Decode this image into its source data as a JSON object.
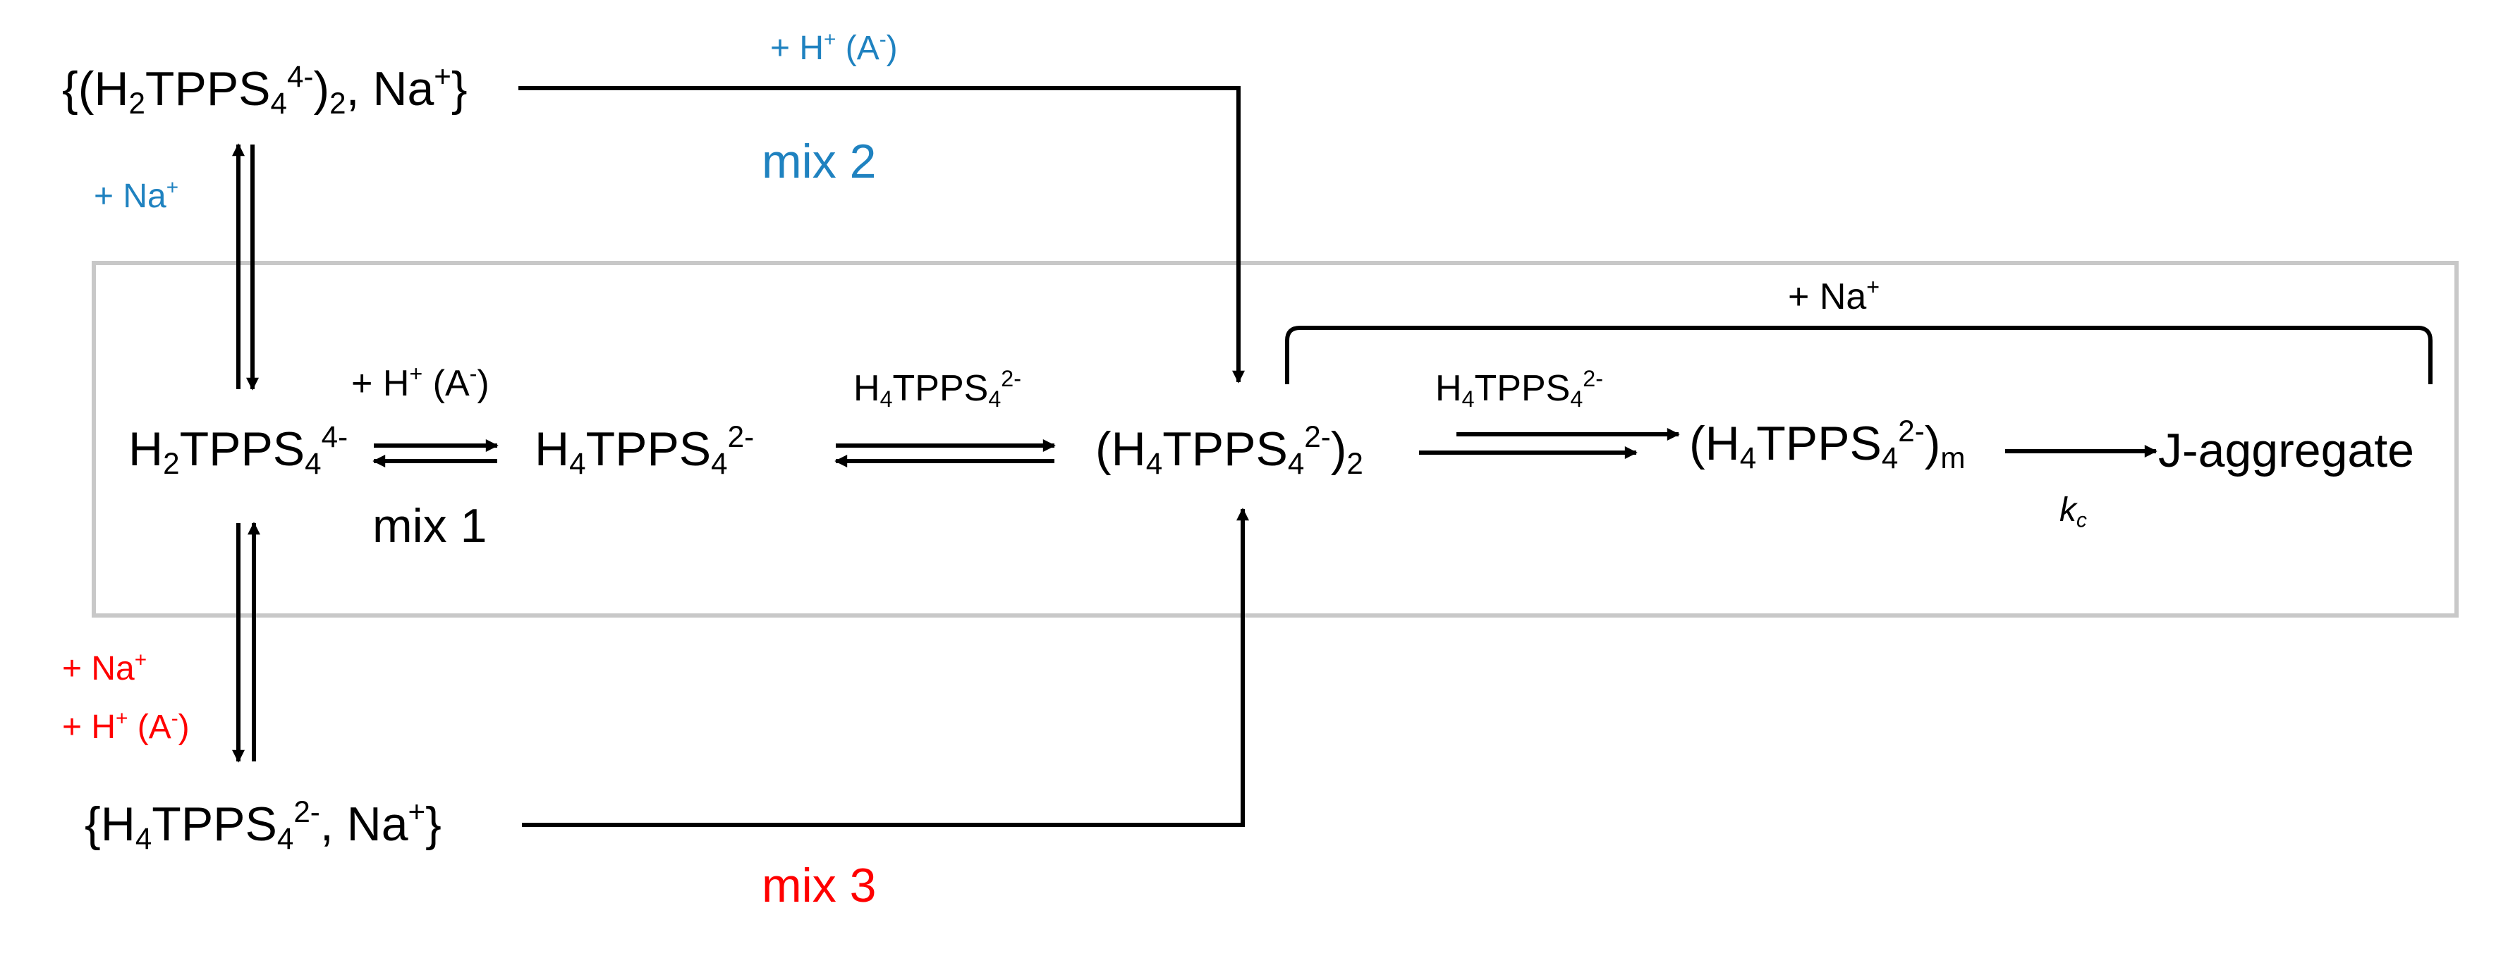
{
  "species": {
    "dimer_na": {
      "open": "{(H",
      "s1": "2",
      "mid": "TPPS",
      "s2": "4",
      "charge": "4-",
      "close": ")",
      "s3": "2",
      "tail": ", Na",
      "ion": "+",
      "end": "}"
    },
    "monomer_h2": {
      "base": "H",
      "s1": "2",
      "mid": "TPPS",
      "s2": "4",
      "charge": "4-"
    },
    "monomer_h4": {
      "base": "H",
      "s1": "4",
      "mid": "TPPS",
      "s2": "4",
      "charge": "2-"
    },
    "dimer_h4": {
      "open": "(H",
      "s1": "4",
      "mid": "TPPS",
      "s2": "4",
      "charge": "2-",
      "close": ")",
      "s3": "2"
    },
    "oligomer": {
      "open": "(H",
      "s1": "4",
      "mid": "TPPS",
      "s2": "4",
      "charge": "2-",
      "close": ")",
      "s3": "m"
    },
    "j_aggregate": "J-aggregate",
    "h4_na": {
      "open": "{H",
      "s1": "4",
      "mid": "TPPS",
      "s2": "4",
      "charge": "2-",
      "tail": ", Na",
      "ion": "+",
      "end": "}"
    }
  },
  "reagents": {
    "top_acid": {
      "pre": "+ H",
      "sup1": "+",
      "mid": " (A",
      "sup2": "-",
      "end": ")"
    },
    "left_na": {
      "pre": "+ Na",
      "sup1": "+"
    },
    "mix1_acid": {
      "pre": "+ H",
      "sup1": "+",
      "mid": " (A",
      "sup2": "-",
      "end": ")"
    },
    "dimerization": {
      "base": "H",
      "s1": "4",
      "mid": "TPPS",
      "s2": "4",
      "charge": "2-"
    },
    "growth": {
      "base": "H",
      "s1": "4",
      "mid": "TPPS",
      "s2": "4",
      "charge": "2-"
    },
    "bracket_na": {
      "pre": "+ Na",
      "sup1": "+"
    },
    "bottom_na": {
      "pre": "+ Na",
      "sup1": "+"
    },
    "bottom_acid": {
      "pre": "+ H",
      "sup1": "+",
      "mid": " (A",
      "sup2": "-",
      "end": ")"
    },
    "rate_constant": {
      "k": "k",
      "sub": "c"
    }
  },
  "mix_labels": {
    "mix1": "mix 1",
    "mix2": "mix 2",
    "mix3": "mix 3"
  },
  "colors": {
    "mix2_path": "#1f82c0",
    "mix3_path": "#ff0000",
    "box_border": "#c8c8c8",
    "arrows": "#000000"
  }
}
